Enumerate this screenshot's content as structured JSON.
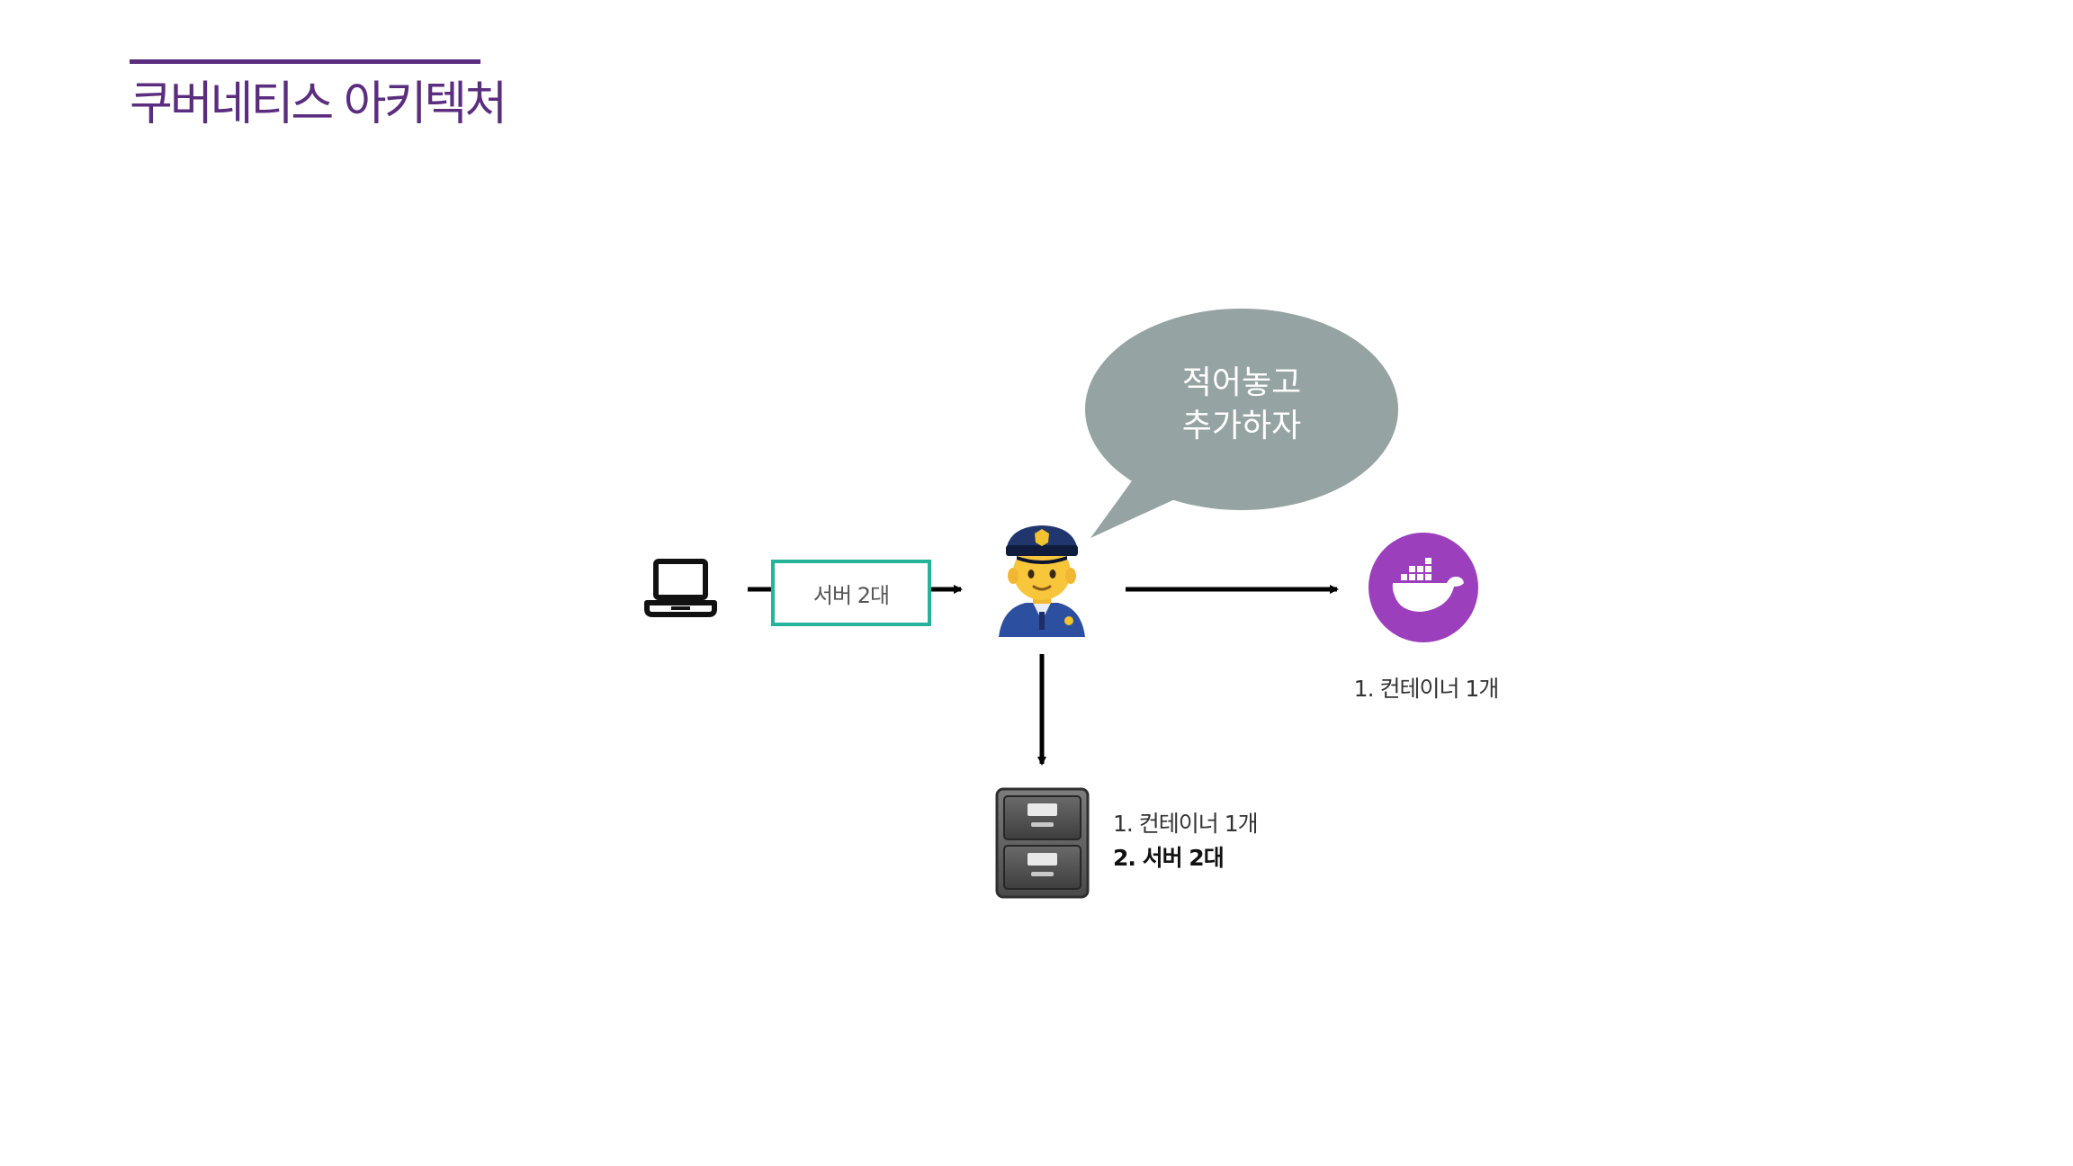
{
  "slide": {
    "title": "쿠버네티스 아키텍처"
  },
  "diagram": {
    "bubble": {
      "lines": [
        "적어놓고",
        "추가하자"
      ],
      "color": "#95a3a2"
    },
    "server_box": {
      "label": "서버 2대",
      "border_color": "#26b39b"
    },
    "docker": {
      "label": "1. 컨테이너 1개",
      "color": "#9c3fbd"
    },
    "cabinet": {
      "items": [
        "1. 컨테이너 1개",
        "2. 서버 2대"
      ]
    },
    "icons": {
      "client": "laptop-icon",
      "controller": "police-officer-icon",
      "container": "docker-whale-icon",
      "store": "file-cabinet-icon"
    }
  }
}
